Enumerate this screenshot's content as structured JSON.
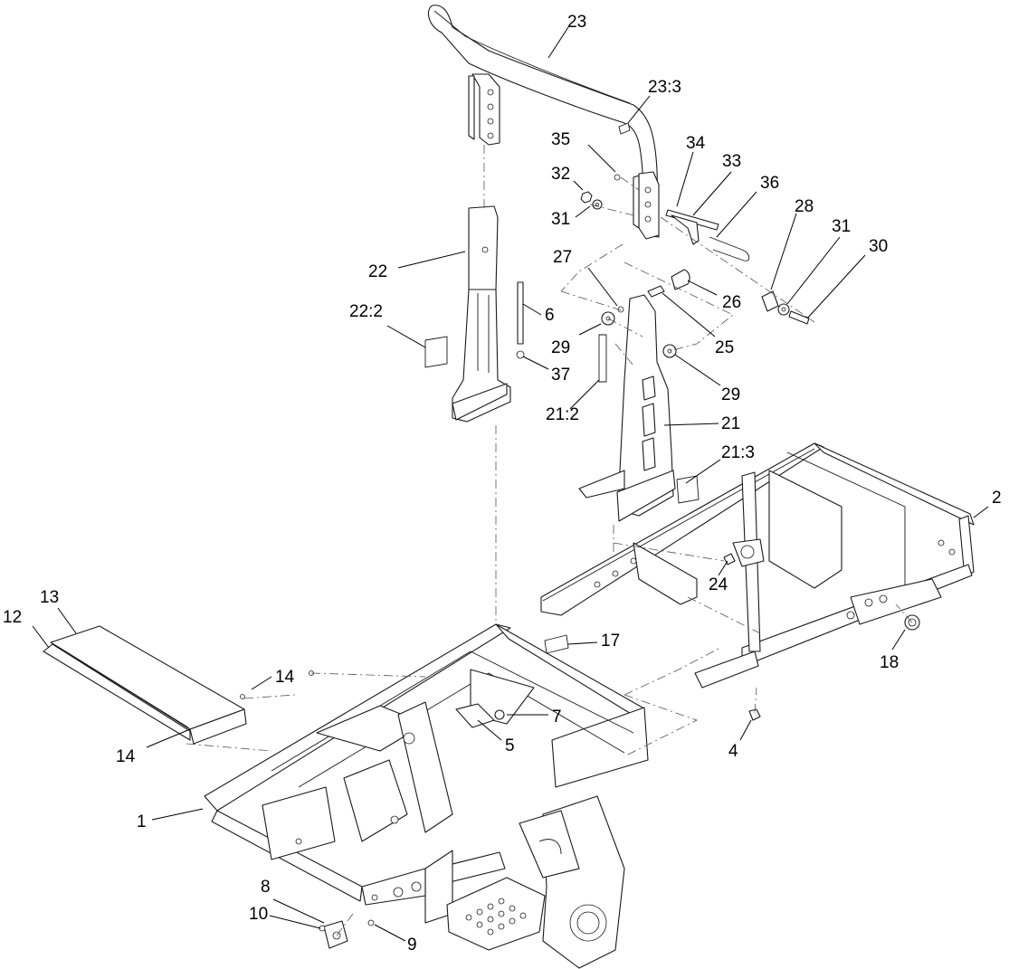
{
  "diagram": {
    "callouts": [
      {
        "id": "c23",
        "text": "23"
      },
      {
        "id": "c23_3",
        "text": "23:3"
      },
      {
        "id": "c35",
        "text": "35"
      },
      {
        "id": "c34",
        "text": "34"
      },
      {
        "id": "c33",
        "text": "33"
      },
      {
        "id": "c36",
        "text": "36"
      },
      {
        "id": "c32",
        "text": "32"
      },
      {
        "id": "c31a",
        "text": "31"
      },
      {
        "id": "c28",
        "text": "28"
      },
      {
        "id": "c31b",
        "text": "31"
      },
      {
        "id": "c30",
        "text": "30"
      },
      {
        "id": "c22",
        "text": "22"
      },
      {
        "id": "c27",
        "text": "27"
      },
      {
        "id": "c26",
        "text": "26"
      },
      {
        "id": "c22_2",
        "text": "22:2"
      },
      {
        "id": "c6",
        "text": "6"
      },
      {
        "id": "c29a",
        "text": "29"
      },
      {
        "id": "c25",
        "text": "25"
      },
      {
        "id": "c37",
        "text": "37"
      },
      {
        "id": "c29b",
        "text": "29"
      },
      {
        "id": "c21_2",
        "text": "21:2"
      },
      {
        "id": "c21",
        "text": "21"
      },
      {
        "id": "c21_3",
        "text": "21:3"
      },
      {
        "id": "c2",
        "text": "2"
      },
      {
        "id": "c24",
        "text": "24"
      },
      {
        "id": "c13",
        "text": "13"
      },
      {
        "id": "c12",
        "text": "12"
      },
      {
        "id": "c17",
        "text": "17"
      },
      {
        "id": "c18",
        "text": "18"
      },
      {
        "id": "c14a",
        "text": "14"
      },
      {
        "id": "c7",
        "text": "7"
      },
      {
        "id": "c5",
        "text": "5"
      },
      {
        "id": "c4",
        "text": "4"
      },
      {
        "id": "c14b",
        "text": "14"
      },
      {
        "id": "c1",
        "text": "1"
      },
      {
        "id": "c8",
        "text": "8"
      },
      {
        "id": "c10",
        "text": "10"
      },
      {
        "id": "c9",
        "text": "9"
      }
    ]
  }
}
